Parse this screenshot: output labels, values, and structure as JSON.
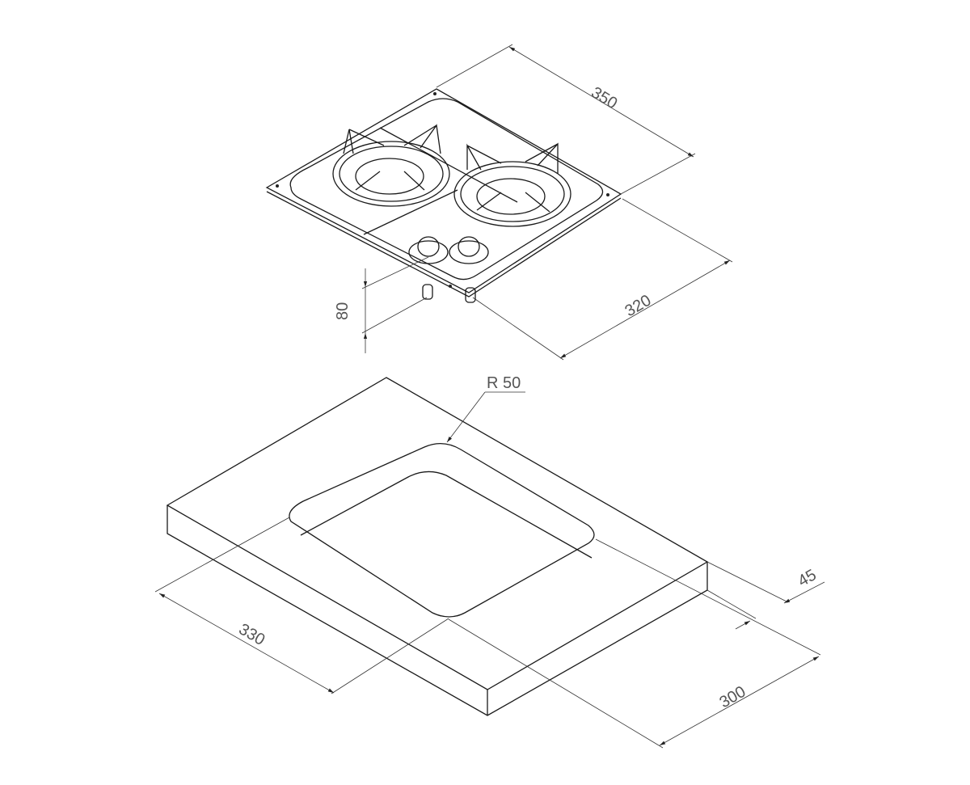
{
  "title": "Two-burner gas hob with worktop cutout (isometric)",
  "hob": {
    "dimensions": {
      "width": "350",
      "depth": "320",
      "height": "80"
    }
  },
  "worktop": {
    "dimensions": {
      "cutout_width": "330",
      "cutout_depth": "300",
      "thickness": "45",
      "corner_radius": "R 50"
    }
  }
}
